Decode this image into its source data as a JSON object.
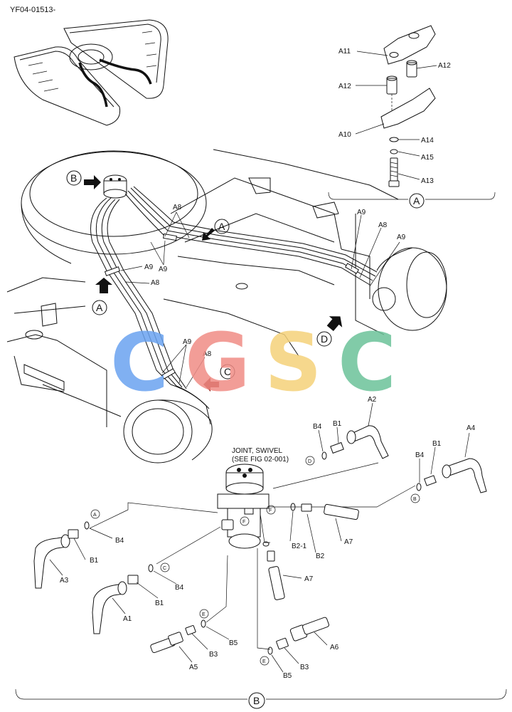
{
  "doc_code": "YF04-01513-",
  "joint_note": [
    "JOINT, SWIVEL",
    "(SEE FIG 02-001)"
  ],
  "watermark": {
    "letters": [
      "C",
      "G",
      "S",
      "C"
    ],
    "colors": [
      "#6aa3f0",
      "#f08c86",
      "#f5d27a",
      "#6cc39a"
    ]
  },
  "view_letters": {
    "a": "A",
    "b": "B",
    "c": "C",
    "d": "D",
    "e": "E",
    "f": "F"
  },
  "part_labels": {
    "a1": "A1",
    "a2": "A2",
    "a3": "A3",
    "a4": "A4",
    "a5": "A5",
    "a6": "A6",
    "a7": "A7",
    "a8": "A8",
    "a9": "A9",
    "a10": "A10",
    "a11": "A11",
    "a12": "A12",
    "a13": "A13",
    "a14": "A14",
    "a15": "A15",
    "b1": "B1",
    "b2": "B2",
    "b2_1": "B2-1",
    "b3": "B3",
    "b4": "B4",
    "b5": "B5"
  }
}
